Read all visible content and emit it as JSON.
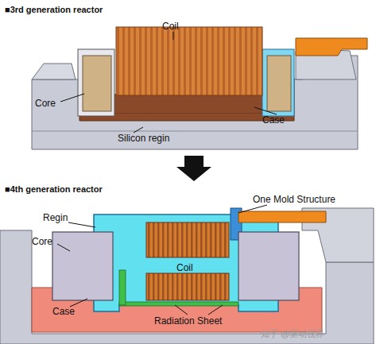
{
  "diagram": {
    "labels": [
      "■3rd generation reactor",
      "Coil",
      "Core",
      "Silicon regin",
      "Case",
      "■4th generation reactor",
      "One Mold Structure",
      "Regin",
      "Core",
      "Coil",
      "Case",
      "Radiation Sheet",
      "知乎 @驱动视界"
    ]
  }
}
